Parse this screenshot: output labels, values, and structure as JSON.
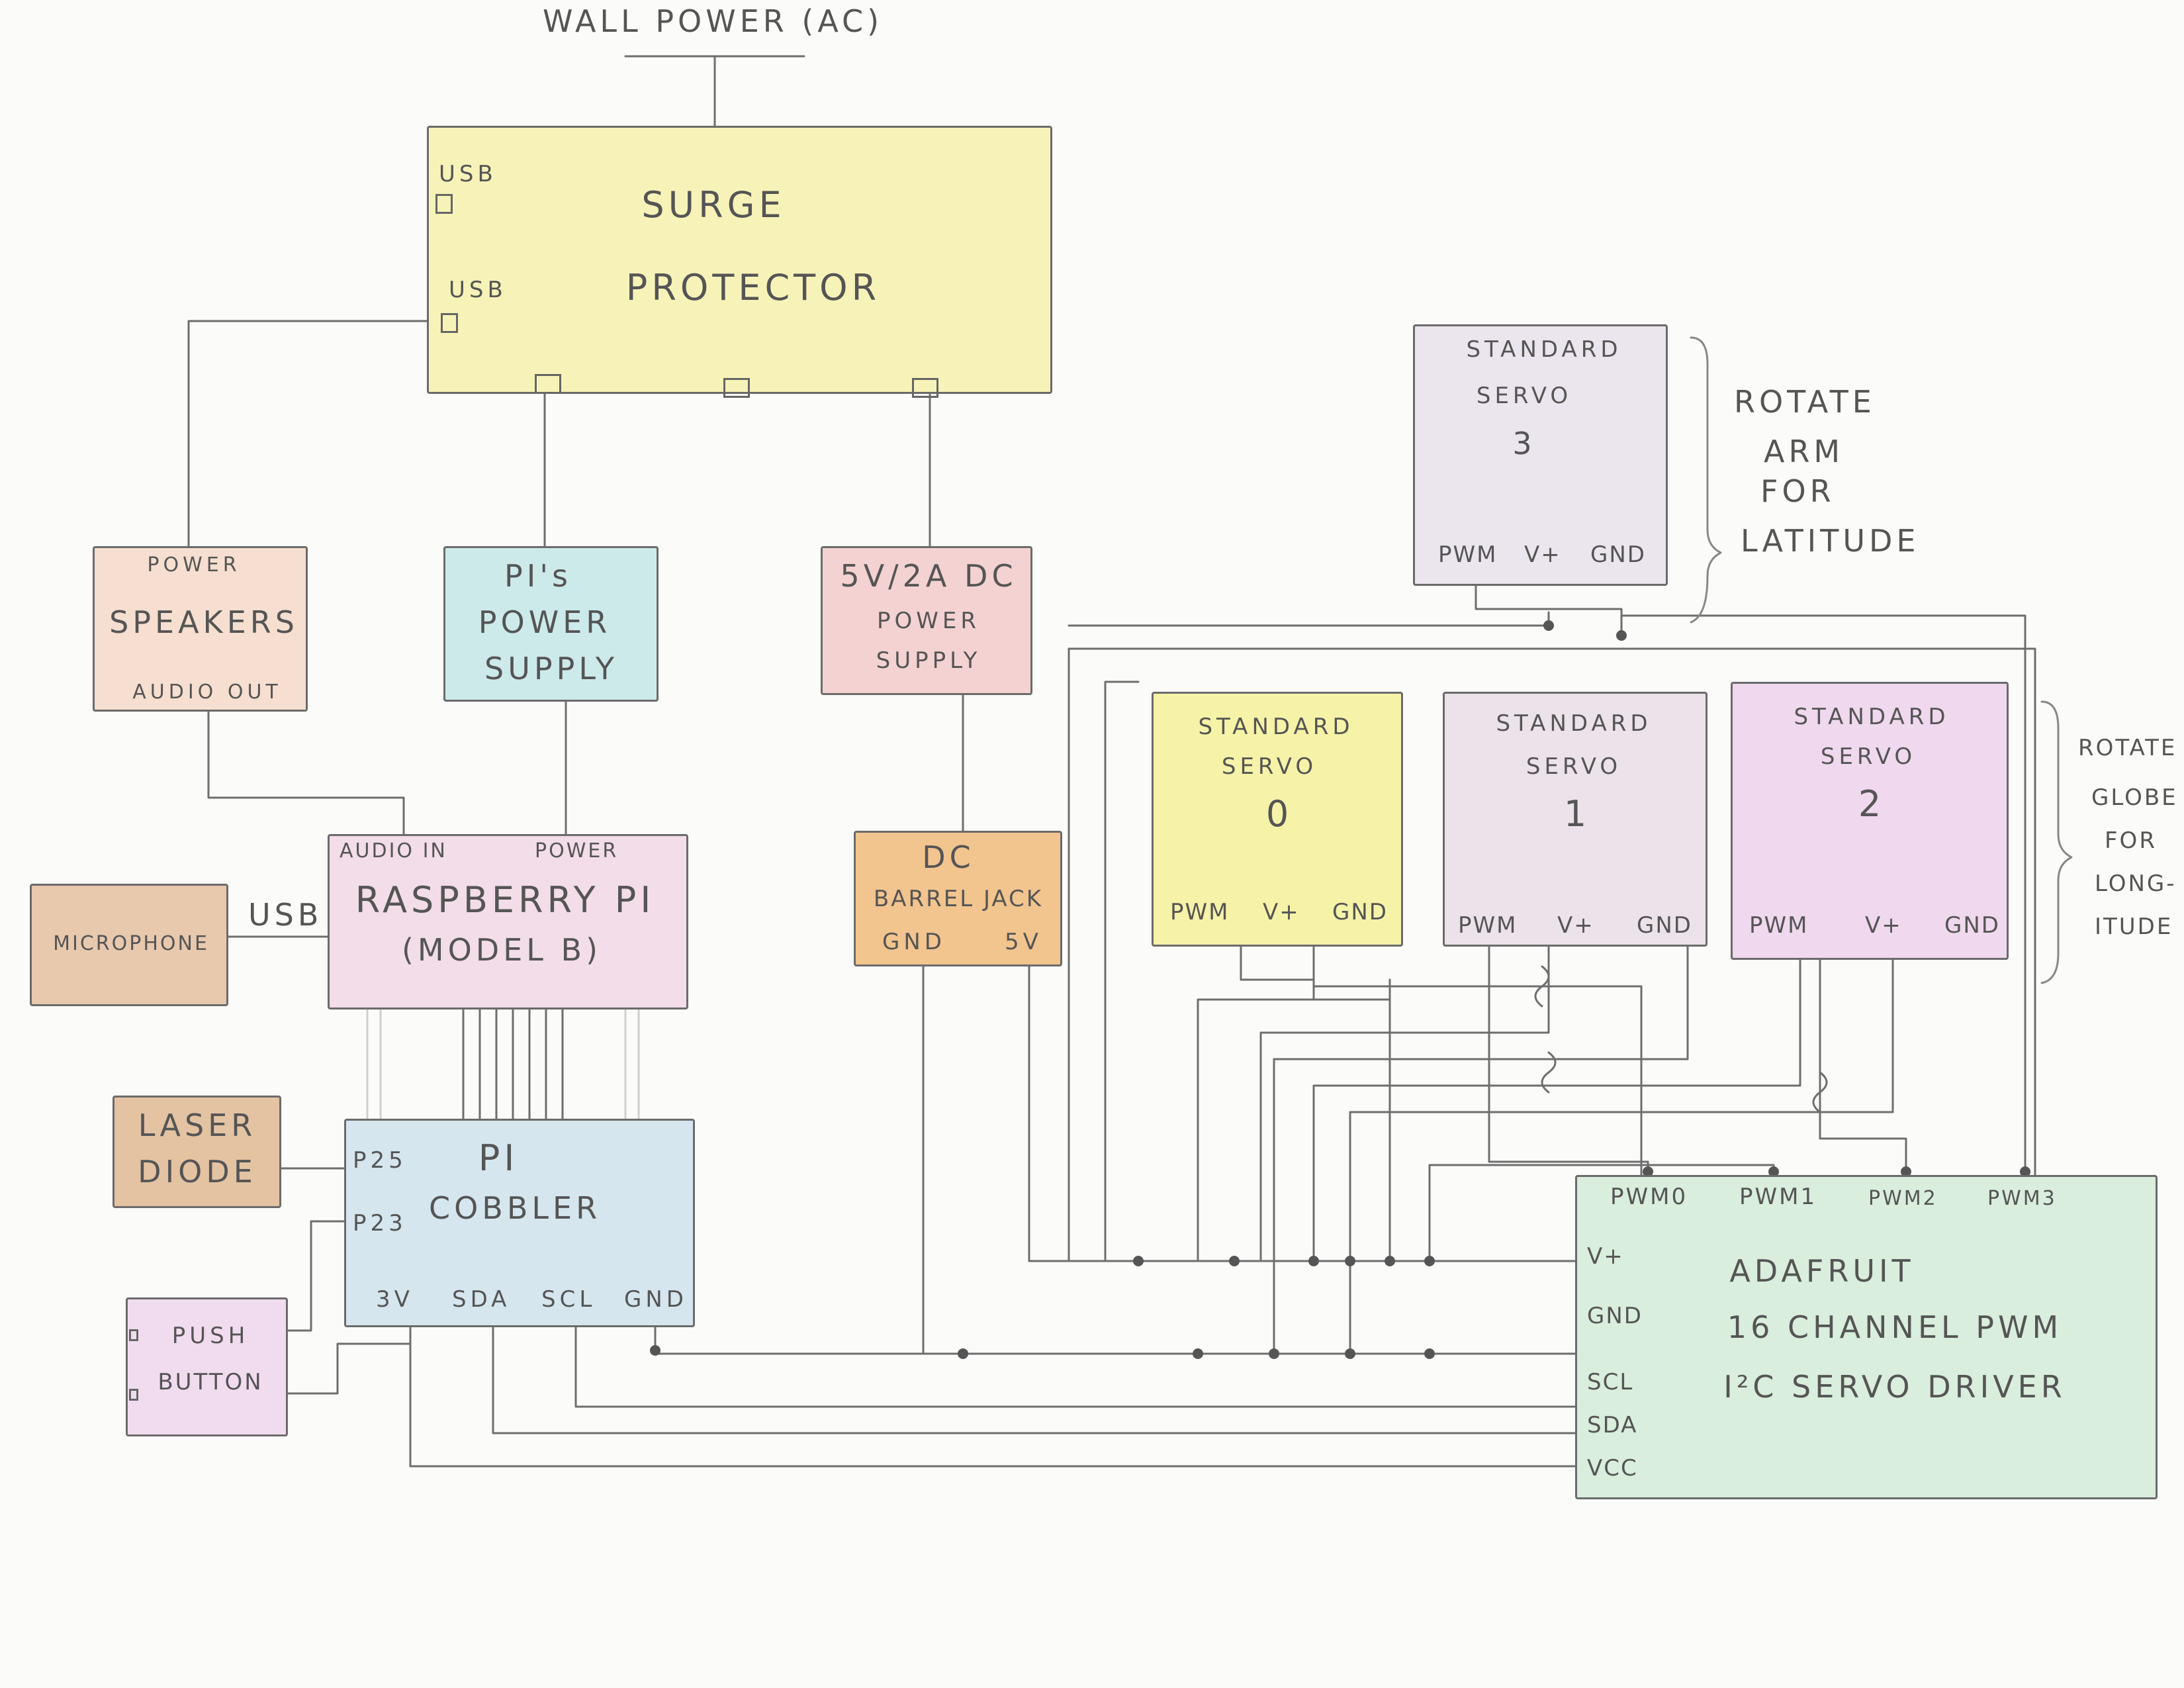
{
  "wall_power": {
    "label": "WALL POWER (AC)"
  },
  "surge": {
    "title_1": "SURGE",
    "title_2": "PROTECTOR",
    "usb_1": "USB",
    "usb_2": "USB"
  },
  "speakers": {
    "power": "POWER",
    "title": "SPEAKERS",
    "audio_out": "AUDIO OUT"
  },
  "pi_supply": {
    "line_1": "PI's",
    "line_2": "POWER",
    "line_3": "SUPPLY"
  },
  "dc_supply": {
    "line_1": "5V/2A DC",
    "line_2": "POWER",
    "line_3": "SUPPLY"
  },
  "raspberry": {
    "audio_in": "AUDIO IN",
    "power": "POWER",
    "title": "RASPBERRY PI",
    "model": "(MODEL B)",
    "usb": "USB"
  },
  "microphone": {
    "label": "MICROPHONE"
  },
  "barrel": {
    "line_1": "DC",
    "line_2": "BARREL JACK",
    "gnd": "GND",
    "v5": "5V"
  },
  "laser": {
    "line_1": "LASER",
    "line_2": "DIODE"
  },
  "cobbler": {
    "title_1": "PI",
    "title_2": "COBBLER",
    "p25": "P25",
    "p23": "P23",
    "v3": "3V",
    "sda": "SDA",
    "scl": "SCL",
    "gnd": "GND"
  },
  "button": {
    "line_1": "PUSH",
    "line_2": "BUTTON"
  },
  "servo3": {
    "line_1": "STANDARD",
    "line_2": "SERVO",
    "num": "3",
    "pwm": "PWM",
    "vplus": "V+",
    "gnd": "GND"
  },
  "servo0": {
    "line_1": "STANDARD",
    "line_2": "SERVO",
    "num": "0",
    "pwm": "PWM",
    "vplus": "V+",
    "gnd": "GND"
  },
  "servo1": {
    "line_1": "STANDARD",
    "line_2": "SERVO",
    "num": "1",
    "pwm": "PWM",
    "vplus": "V+",
    "gnd": "GND"
  },
  "servo2": {
    "line_1": "STANDARD",
    "line_2": "SERVO",
    "num": "2",
    "pwm": "PWM",
    "vplus": "V+",
    "gnd": "GND"
  },
  "note_lat": {
    "line_1": "ROTATE",
    "line_2": "ARM",
    "line_3": "FOR",
    "line_4": "LATITUDE"
  },
  "note_long": {
    "line_1": "ROTATE",
    "line_2": "GLOBE",
    "line_3": "FOR",
    "line_4": "LONG-",
    "line_5": "ITUDE"
  },
  "driver": {
    "pwm0": "PWM0",
    "pwm1": "PWM1",
    "pwm2": "PWM2",
    "pwm3": "PWM3",
    "vplus": "V+",
    "gnd": "GND",
    "scl": "SCL",
    "sda": "SDA",
    "vcc": "VCC",
    "title_1": "ADAFRUIT",
    "title_2": "16 CHANNEL PWM",
    "title_3": "I²C SERVO DRIVER"
  },
  "colors": {
    "surge": "#f7f3b8",
    "speakers": "#f6dfd0",
    "pi_supply": "#cdeaea",
    "dc_supply": "#f4d2d2",
    "raspberry": "#f2dde8",
    "microphone": "#e8c9ae",
    "barrel": "#f2c48e",
    "laser": "#e4c3a3",
    "cobbler": "#d5e6ee",
    "button": "#f1dcef",
    "servo3": "#ebe5ee",
    "servo0": "#f6f2a8",
    "servo1": "#ece2ea",
    "servo2": "#f0d8ee",
    "driver": "#d9eedd",
    "wire": "#6e6e6e"
  }
}
